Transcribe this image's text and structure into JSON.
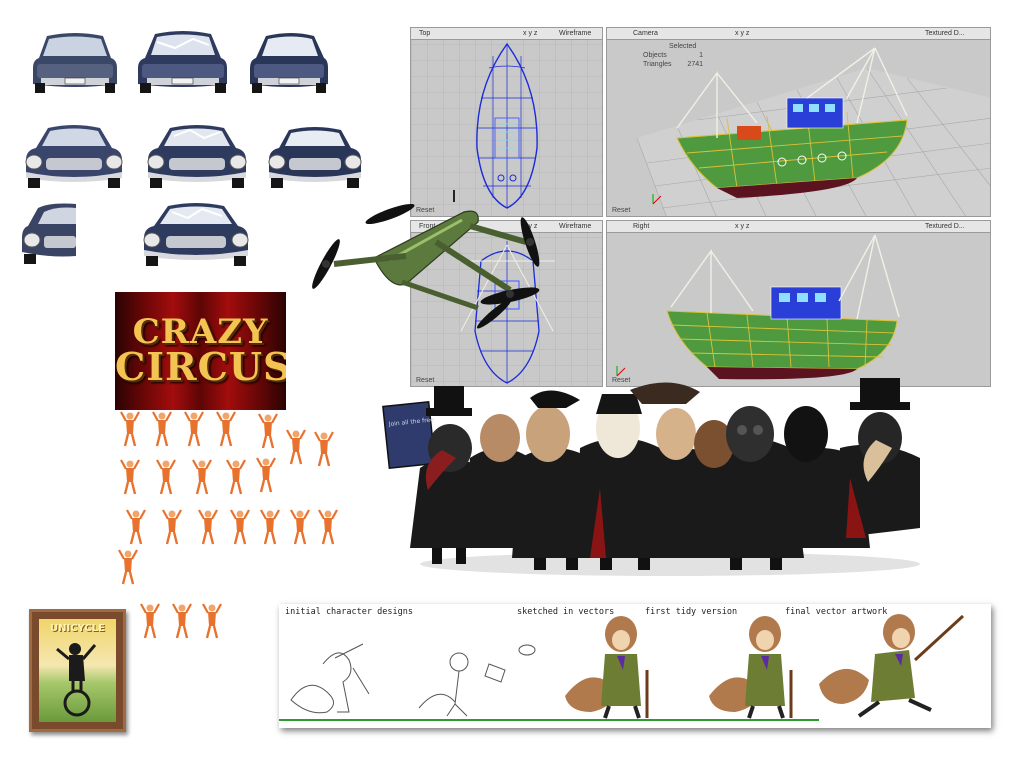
{
  "viewports": [
    {
      "name": "Top",
      "mode": "Wireframe"
    },
    {
      "name": "Camera",
      "mode": "Textured D...",
      "stats": [
        {
          "label": "Objects",
          "value": "1"
        },
        {
          "label": "Triangles",
          "value": "2741"
        }
      ],
      "selected": "Selected"
    },
    {
      "name": "Front",
      "mode": "Wireframe"
    },
    {
      "name": "Right",
      "mode": "Textured D..."
    }
  ],
  "viewport_controls": "x y z",
  "reset_label": "Reset",
  "circus_title": {
    "line1": "CRAZY",
    "line2": "CIRCUS"
  },
  "poster_title": "UNICYCLE",
  "sign_text": "Join all the free",
  "design_strip": {
    "labels": [
      "initial character designs",
      "sketched in vectors",
      "first tidy version",
      "final vector artwork"
    ]
  },
  "colors": {
    "wire_blue": "#1a2bd8",
    "boat_yellow": "#d9c23a",
    "boat_green": "#4f9a3f",
    "boat_maroon": "#5b1320",
    "grid": "#a8a8a8",
    "acrobat": "#e8722d",
    "circus_gold": "#f3c451"
  }
}
